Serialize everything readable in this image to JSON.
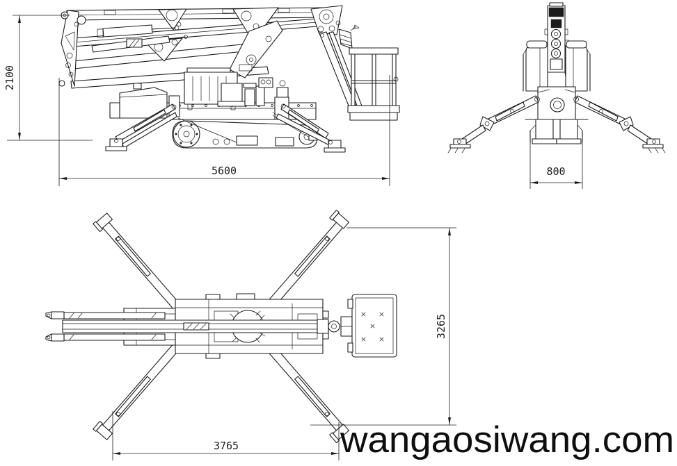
{
  "colors": {
    "background": "#ffffff",
    "line": "#1c1c1c",
    "watermark": "#0e0e0e"
  },
  "dimensions": {
    "side_overall_height": "2100",
    "side_overall_length": "5600",
    "front_track_width": "800",
    "top_overall_width": "3265",
    "top_outrigger_span_length": "3765"
  },
  "watermark": {
    "text": "wangaosiwang.com"
  }
}
